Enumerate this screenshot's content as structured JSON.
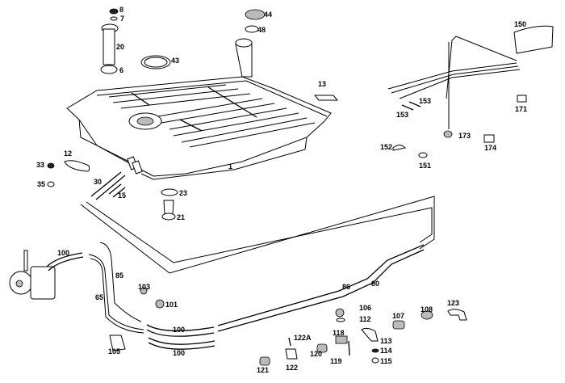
{
  "diagram": {
    "title": "Fuel tank and fuel lines exploded parts diagram",
    "labels": [
      {
        "id": "8",
        "text": "8"
      },
      {
        "id": "7",
        "text": "7"
      },
      {
        "id": "20",
        "text": "20"
      },
      {
        "id": "6",
        "text": "6"
      },
      {
        "id": "43",
        "text": "43"
      },
      {
        "id": "44",
        "text": "44"
      },
      {
        "id": "48",
        "text": "48"
      },
      {
        "id": "13",
        "text": "13"
      },
      {
        "id": "1",
        "text": "1"
      },
      {
        "id": "12",
        "text": "12"
      },
      {
        "id": "33",
        "text": "33"
      },
      {
        "id": "35",
        "text": "35"
      },
      {
        "id": "30",
        "text": "30"
      },
      {
        "id": "15",
        "text": "15"
      },
      {
        "id": "23",
        "text": "23"
      },
      {
        "id": "21",
        "text": "21"
      },
      {
        "id": "150",
        "text": "150"
      },
      {
        "id": "153a",
        "text": "153"
      },
      {
        "id": "153b",
        "text": "153"
      },
      {
        "id": "171",
        "text": "171"
      },
      {
        "id": "173",
        "text": "173"
      },
      {
        "id": "174",
        "text": "174"
      },
      {
        "id": "152",
        "text": "152"
      },
      {
        "id": "151",
        "text": "151"
      },
      {
        "id": "100a",
        "text": "100"
      },
      {
        "id": "85",
        "text": "85"
      },
      {
        "id": "65",
        "text": "65"
      },
      {
        "id": "103",
        "text": "103"
      },
      {
        "id": "101",
        "text": "101"
      },
      {
        "id": "100b",
        "text": "100"
      },
      {
        "id": "100c",
        "text": "100"
      },
      {
        "id": "105",
        "text": "105"
      },
      {
        "id": "86",
        "text": "86"
      },
      {
        "id": "80",
        "text": "80"
      },
      {
        "id": "106",
        "text": "106"
      },
      {
        "id": "112",
        "text": "112"
      },
      {
        "id": "107",
        "text": "107"
      },
      {
        "id": "108",
        "text": "108"
      },
      {
        "id": "123",
        "text": "123"
      },
      {
        "id": "113",
        "text": "113"
      },
      {
        "id": "114",
        "text": "114"
      },
      {
        "id": "115",
        "text": "115"
      },
      {
        "id": "118",
        "text": "118"
      },
      {
        "id": "119",
        "text": "119"
      },
      {
        "id": "120",
        "text": "120"
      },
      {
        "id": "121",
        "text": "121"
      },
      {
        "id": "122",
        "text": "122"
      },
      {
        "id": "122A",
        "text": "122A"
      }
    ]
  }
}
